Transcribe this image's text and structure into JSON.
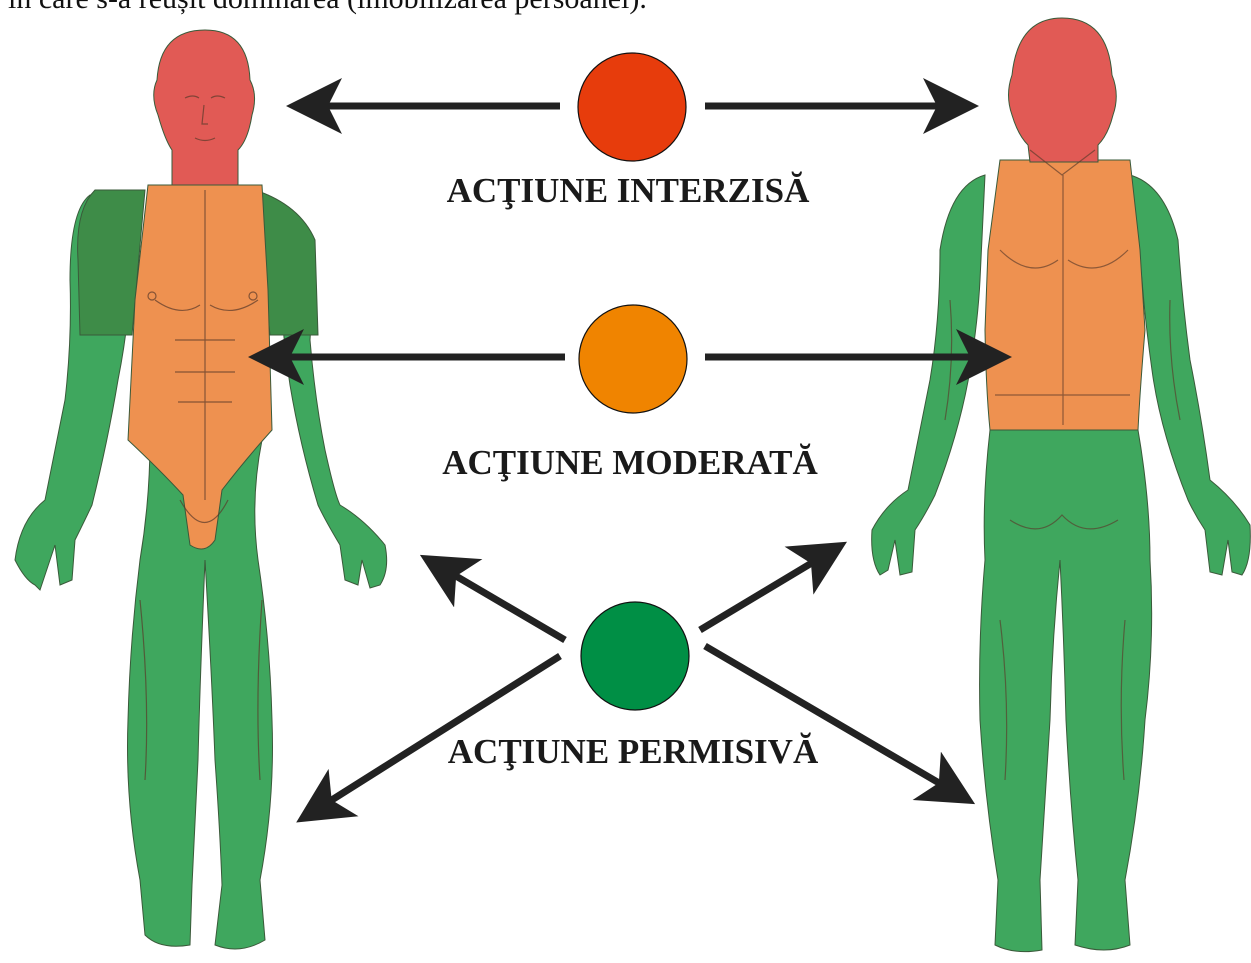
{
  "caption": "în care s-a reușit dominarea (imobilizarea persoanei).",
  "colors": {
    "forbidden": "#E73C0C",
    "moderate": "#F08400",
    "permissive": "#008F45",
    "zone_red": "#E15A55",
    "zone_orange": "#EE9150",
    "zone_green": "#3FA75E",
    "zone_green_dark": "#3E8C48",
    "arrow": "#222222"
  },
  "legend": [
    {
      "key": "forbidden",
      "label": "ACŢIUNE INTERZISĂ"
    },
    {
      "key": "moderate",
      "label": "ACŢIUNE MODERATĂ"
    },
    {
      "key": "permissive",
      "label": "ACŢIUNE PERMISIVĂ"
    }
  ]
}
